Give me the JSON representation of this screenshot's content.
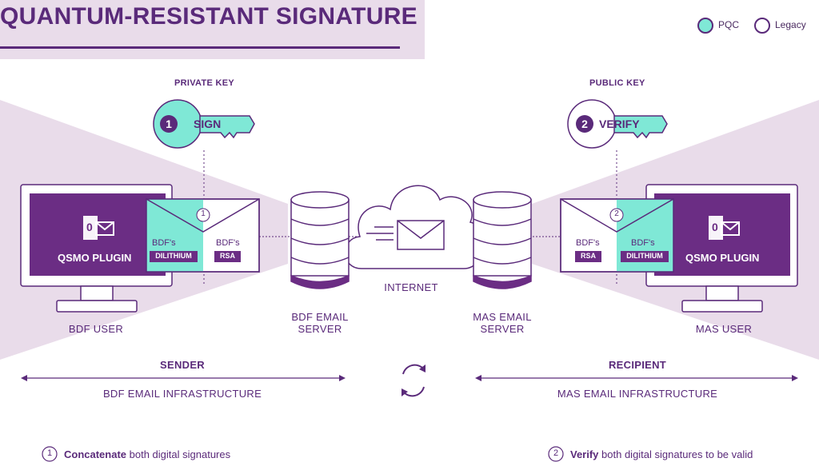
{
  "title": "QUANTUM-RESISTANT SIGNATURE",
  "legend": [
    {
      "label": "PQC",
      "color": "#7fe8d6"
    },
    {
      "label": "Legacy",
      "color": "#ffffff"
    }
  ],
  "colors": {
    "purple": "#6b2d84",
    "dark": "#5a2a7a",
    "teal": "#7fe8d6",
    "lilac": "#e9dcea"
  },
  "sender": {
    "key_caption": "PRIVATE KEY",
    "key_step": "1",
    "key_label": "SIGN",
    "plugin_label": "QSMO PLUGIN",
    "plugin_icon": "0",
    "envelope_step": "1",
    "sig_left_prefix": "BDF's",
    "sig_left_badge": "DILITHIUM",
    "sig_right_prefix": "BDF's",
    "sig_right_badge": "RSA",
    "user_label": "BDF USER",
    "server_label_line1": "BDF EMAIL",
    "server_label_line2": "SERVER",
    "role": "SENDER",
    "infra": "BDF EMAIL INFRASTRUCTURE"
  },
  "recipient": {
    "key_caption": "PUBLIC KEY",
    "key_step": "2",
    "key_label": "VERIFY",
    "plugin_label": "QSMO PLUGIN",
    "plugin_icon": "0",
    "envelope_step": "2",
    "sig_left_prefix": "BDF's",
    "sig_left_badge": "RSA",
    "sig_right_prefix": "BDF's",
    "sig_right_badge": "DILITHIUM",
    "user_label": "MAS USER",
    "server_label_line1": "MAS EMAIL",
    "server_label_line2": "SERVER",
    "role": "RECIPIENT",
    "infra": "MAS EMAIL INFRASTRUCTURE"
  },
  "internet_label": "INTERNET",
  "footnotes": [
    {
      "num": "1",
      "bold": "Concatenate",
      "text": " both digital signatures"
    },
    {
      "num": "2",
      "bold": "Verify",
      "text": " both digital signatures to be valid"
    }
  ]
}
